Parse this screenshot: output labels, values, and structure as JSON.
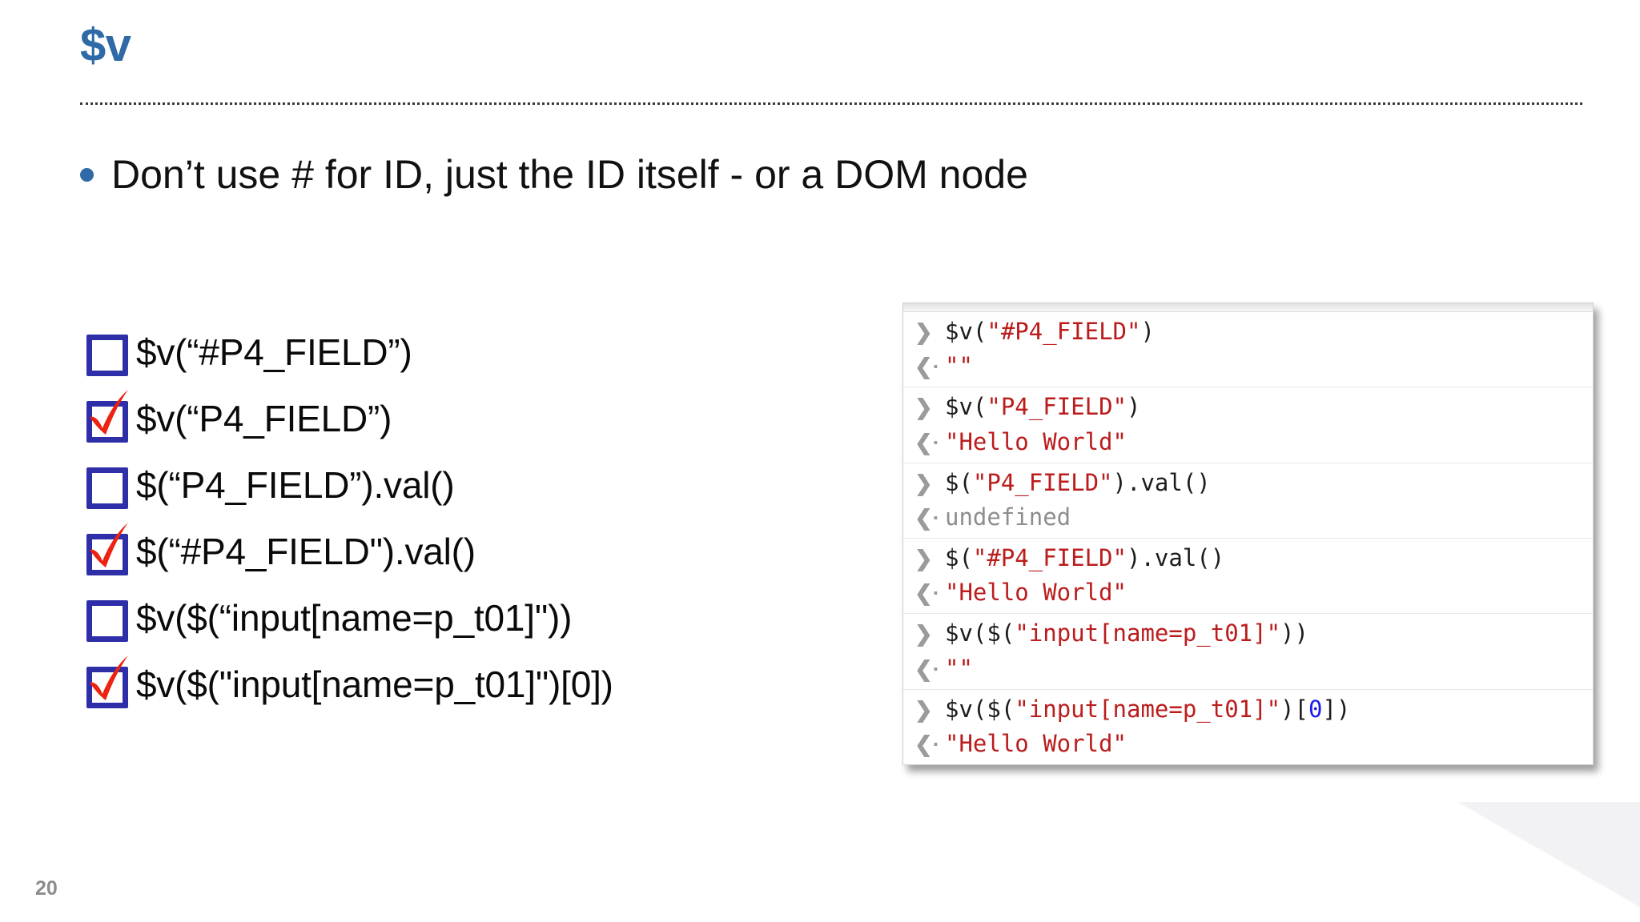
{
  "slide": {
    "title": "$v",
    "page_number": "20",
    "accent_color": "#2f6aa6",
    "checkbox_color": "#2e2ea8",
    "tick_color": "#ee2211"
  },
  "bullet": {
    "text": "Don’t use # for ID, just the ID itself - or a DOM node"
  },
  "checklist": {
    "items": [
      {
        "checked": false,
        "label": "$v(“#P4_FIELD”)"
      },
      {
        "checked": true,
        "label": "$v(“P4_FIELD”)"
      },
      {
        "checked": false,
        "label": "$(“P4_FIELD”).val()"
      },
      {
        "checked": true,
        "label": "$(“#P4_FIELD\").val()"
      },
      {
        "checked": false,
        "label": "$v($(“input[name=p_t01]\"))"
      },
      {
        "checked": true,
        "label": "$v($(\"input[name=p_t01]\")[0])"
      }
    ]
  },
  "console": {
    "groups": [
      {
        "input": {
          "prefix": "$v(",
          "string": "\"#P4_FIELD\"",
          "suffix": ")"
        },
        "output": {
          "kind": "string",
          "text": "\"\""
        }
      },
      {
        "input": {
          "prefix": "$v(",
          "string": "\"P4_FIELD\"",
          "suffix": ")"
        },
        "output": {
          "kind": "string",
          "text": "\"Hello World\""
        }
      },
      {
        "input": {
          "prefix": "$(",
          "string": "\"P4_FIELD\"",
          "suffix": ").val()"
        },
        "output": {
          "kind": "undefined",
          "text": "undefined"
        }
      },
      {
        "input": {
          "prefix": "$(",
          "string": "\"#P4_FIELD\"",
          "suffix": ").val()"
        },
        "output": {
          "kind": "string",
          "text": "\"Hello World\""
        }
      },
      {
        "input": {
          "prefix": "$v($(",
          "string": "\"input[name=p_t01]\"",
          "suffix": "))"
        },
        "output": {
          "kind": "string",
          "text": "\"\""
        }
      },
      {
        "input": {
          "prefix": "$v($(",
          "string": "\"input[name=p_t01]\"",
          "suffix": ")[",
          "number": "0",
          "suffix2": "])"
        },
        "output": {
          "kind": "string",
          "text": "\"Hello World\""
        }
      }
    ],
    "gutter_input_glyph": "❯",
    "gutter_output_glyph": "❮·"
  }
}
